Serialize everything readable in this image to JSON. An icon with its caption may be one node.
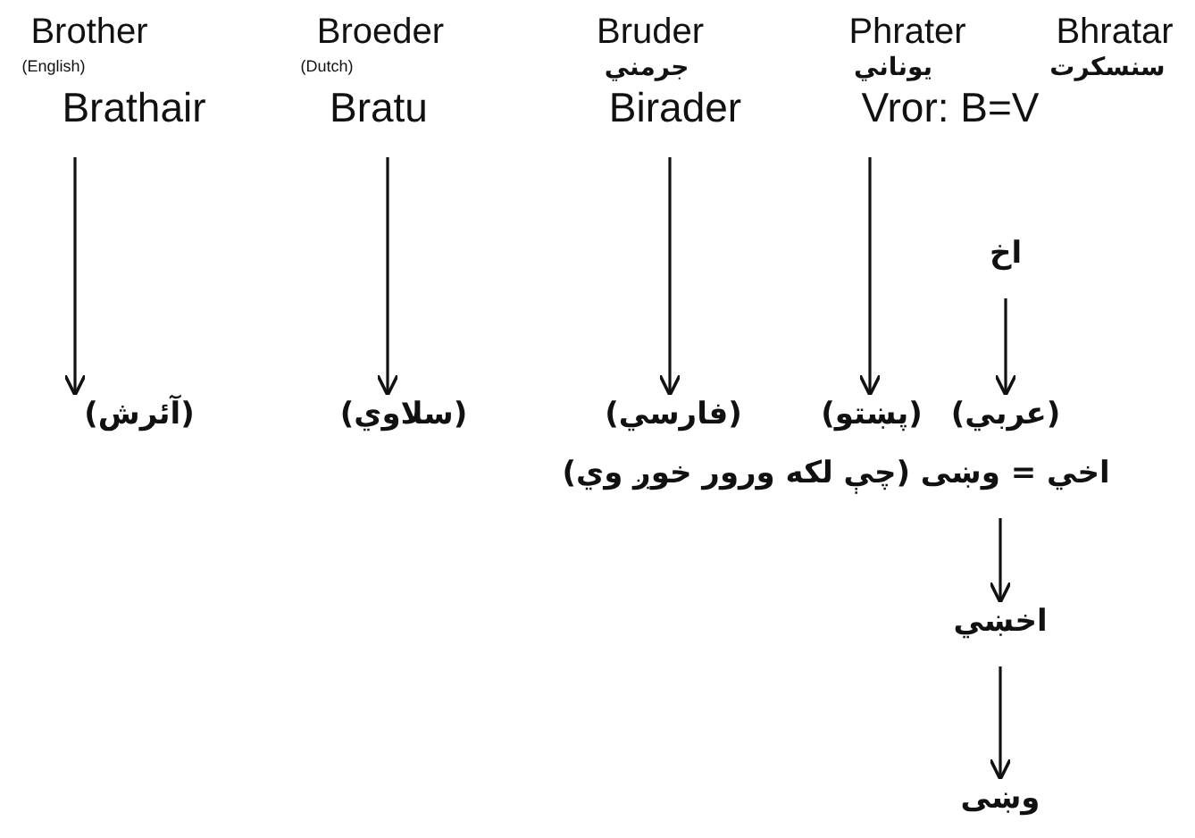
{
  "diagram": {
    "nodes": [
      {
        "text": [
          "Brathair"
        ]
      },
      {
        "text": [
          "Bratu"
        ]
      },
      {
        "text": [
          "Birader"
        ]
      },
      {
        "text": [
          "Vror: B=V"
        ]
      },
      {
        "text": [
          "اخ"
        ]
      },
      {
        "text": [
          "(آئرش)"
        ]
      },
      {
        "text": [
          "(سلاوي)"
        ]
      },
      {
        "text": [
          "(فارسي)"
        ]
      },
      {
        "text": [
          "(پښتو)"
        ]
      },
      {
        "text": [
          "(عربي)"
        ]
      },
      {
        "text": [
          "اخي = وښی (چې لکه ورور خوږ وي)"
        ]
      },
      {
        "text": [
          "اخښي"
        ]
      },
      {
        "text": [
          "وښی"
        ]
      }
    ],
    "edges": [
      {
        "from": 0,
        "to": 5,
        "arrow": "to"
      },
      {
        "from": 1,
        "to": 6,
        "arrow": "to"
      },
      {
        "from": 2,
        "to": 7,
        "arrow": "to"
      },
      {
        "from": 3,
        "to": 8,
        "arrow": "to"
      },
      {
        "from": 4,
        "to": 9,
        "arrow": "to"
      },
      {
        "from": 10,
        "to": 11,
        "arrow": "to"
      },
      {
        "from": 11,
        "to": 12,
        "arrow": "to"
      }
    ],
    "labels": [
      "Brother",
      "(English)",
      "Broeder",
      "(Dutch)",
      "Bruder",
      "جرمني",
      "Phrater",
      "یوناني",
      "Bhratar",
      "سنسکرت"
    ]
  }
}
